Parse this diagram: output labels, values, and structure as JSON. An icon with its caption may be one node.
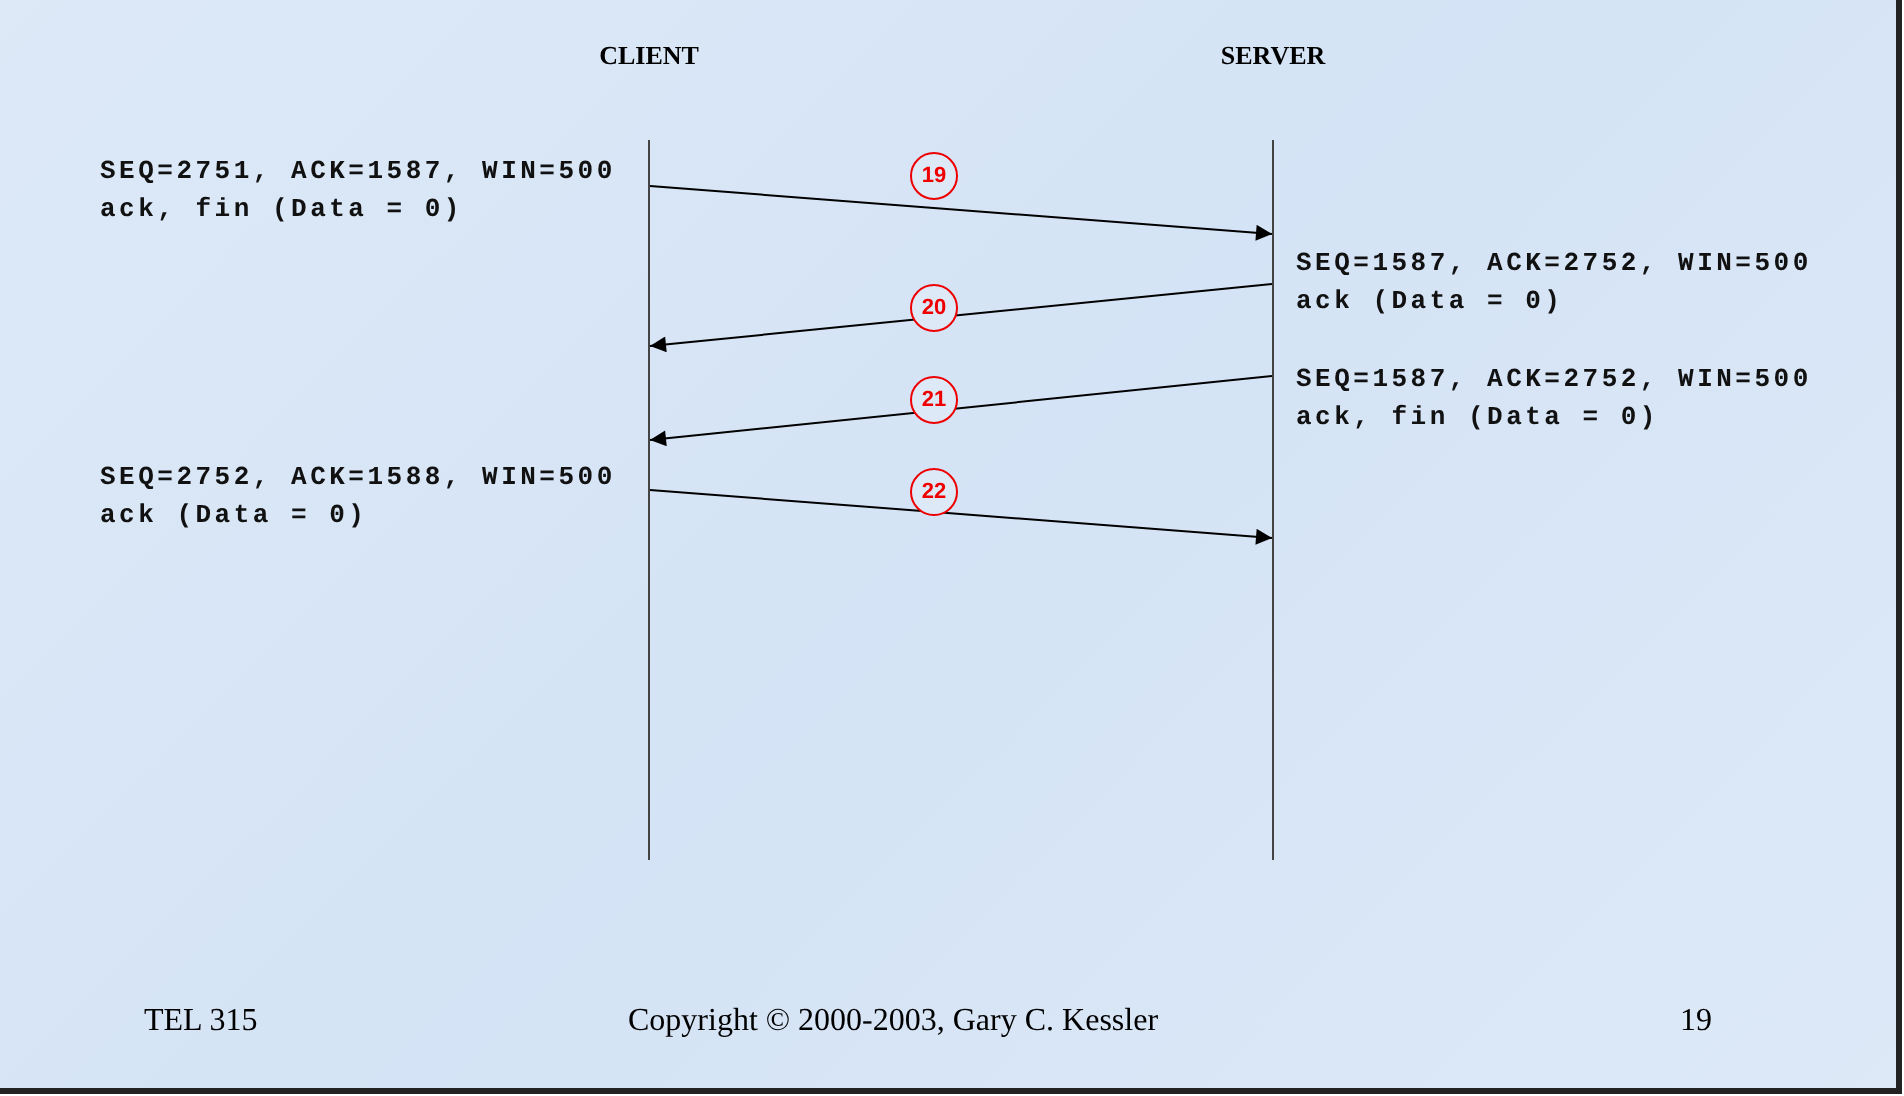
{
  "diagram": {
    "nodes": [
      {
        "text": [
          "CLIENT"
        ]
      },
      {
        "text": [
          "SERVER"
        ]
      }
    ],
    "edges": [
      {
        "from": 0,
        "to": 1,
        "arrow": "to",
        "label": "19"
      },
      {
        "from": 1,
        "to": 0,
        "arrow": "to",
        "label": "20"
      },
      {
        "from": 1,
        "to": 0,
        "arrow": "to",
        "label": "21"
      },
      {
        "from": 0,
        "to": 1,
        "arrow": "to",
        "label": "22"
      }
    ],
    "labels": [
      "SEQ=2751, ACK=1587, WIN=500 ack, fin (Data = 0)",
      "SEQ=1587, ACK=2752, WIN=500 ack (Data = 0)",
      "SEQ=1587, ACK=2752, WIN=500 ack, fin (Data = 0)",
      "SEQ=2752, ACK=1588, WIN=500 ack (Data = 0)",
      "TEL 315",
      "Copyright © 2000-2003, Gary C. Kessler",
      "19"
    ]
  }
}
